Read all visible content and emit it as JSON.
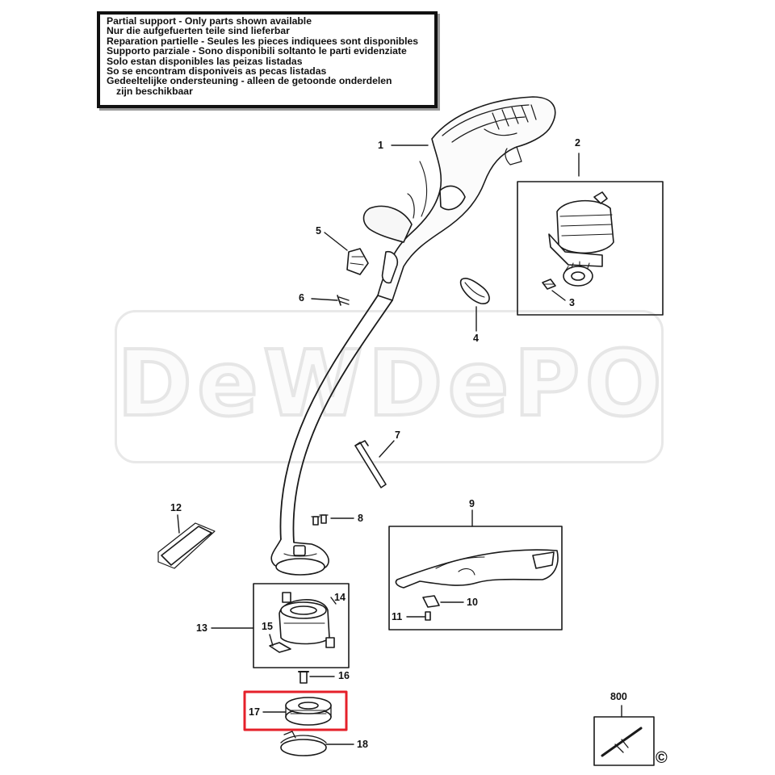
{
  "notice": {
    "lines": [
      "Partial support - Only parts shown available",
      "Nur die aufgefuerten teile sind lieferbar",
      "Reparation partielle - Seules les pieces indiquees sont disponibles",
      "Supporto parziale - Sono disponibili soltanto le parti evidenziate",
      "Solo estan disponibles las peizas listadas",
      "So se encontram disponiveis as pecas listadas",
      "Gedeeltelijke ondersteuning - alleen de getoonde onderdelen",
      "zijn beschikbaar"
    ]
  },
  "watermark": {
    "text": "DeWDePO"
  },
  "parts": {
    "p1": "1",
    "p2": "2",
    "p3": "3",
    "p4": "4",
    "p5": "5",
    "p6": "6",
    "p7": "7",
    "p8": "8",
    "p9": "9",
    "p10": "10",
    "p11": "11",
    "p12": "12",
    "p13": "13",
    "p14": "14",
    "p15": "15",
    "p16": "16",
    "p17": "17",
    "p18": "18",
    "p800": "800"
  },
  "highlight": {
    "part": "17",
    "color": "#e5202a"
  },
  "copyright": "©"
}
